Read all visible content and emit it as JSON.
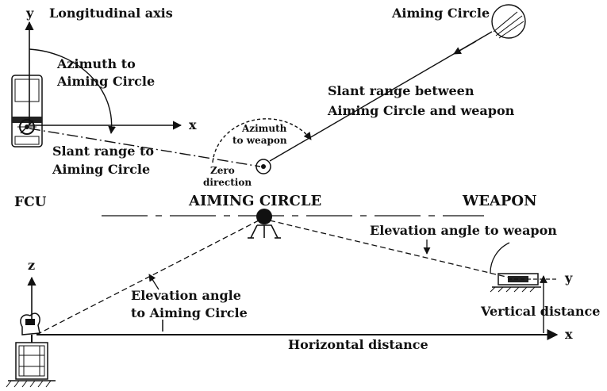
{
  "top_view": {
    "y_axis": "y",
    "x_axis": "x",
    "longitudinal_axis": "Longitudinal axis",
    "aiming_circle_top": "Aiming Circle",
    "azimuth_to_ac_line1": "Azimuth to",
    "azimuth_to_ac_line2": "Aiming Circle",
    "slant_range_between_line1": "Slant range between",
    "slant_range_between_line2": "Aiming Circle and weapon",
    "azimuth_to_weapon_line1": "Azimuth",
    "azimuth_to_weapon_line2": "to weapon",
    "slant_range_to_ac_line1": "Slant range to",
    "slant_range_to_ac_line2": "Aiming Circle",
    "zero_direction_line1": "Zero",
    "zero_direction_line2": "direction"
  },
  "side_view": {
    "fcu": "FCU",
    "aiming_circle": "AIMING CIRCLE",
    "weapon": "WEAPON",
    "elevation_to_weapon": "Elevation angle to weapon",
    "z_axis": "z",
    "y_axis": "y",
    "x_axis": "x",
    "elevation_to_ac_line1": "Elevation angle",
    "elevation_to_ac_line2": "to Aiming Circle",
    "vertical_distance": "Vertical distance",
    "horizontal_distance": "Horizontal distance"
  },
  "colors": {
    "ink": "#111111",
    "background": "#ffffff"
  }
}
